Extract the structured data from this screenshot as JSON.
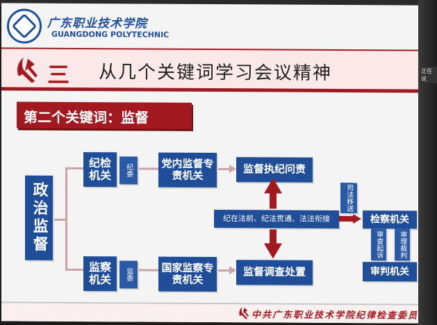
{
  "header": {
    "school_cn": "广东职业技术学院",
    "school_en": "GUANGDONG POLYTECHNIC",
    "section_no": "三",
    "title": "从几个关键词学习会议精神"
  },
  "keyword": "第二个关键词：监督",
  "diagram": {
    "root": "政治监督",
    "jijian": "纪检机关",
    "jiwei": "纪委",
    "dangnei": "党内监督专责机关",
    "jiandu_zhiji": "监督执纪问责",
    "jiancha_jiguan": "监察机关",
    "jianwei": "监委",
    "guojia": "国家监察专责机关",
    "jiandu_diaocha": "监督调查处置",
    "center_label": "纪在法前、纪法贯通、法法衔接",
    "sifa": "司法移送",
    "jiancha": "检察机关",
    "shencha": "审查起诉",
    "shenli": "审理裁判",
    "shenpan": "审判机关"
  },
  "footer": "中共广东职业技术学院纪律检查委员会",
  "side_tag": "正在说",
  "colors": {
    "brand_red": "#a31920",
    "node_blue": "#1f4d98"
  },
  "icons": [
    "party-emblem-icon",
    "school-logo-icon"
  ]
}
